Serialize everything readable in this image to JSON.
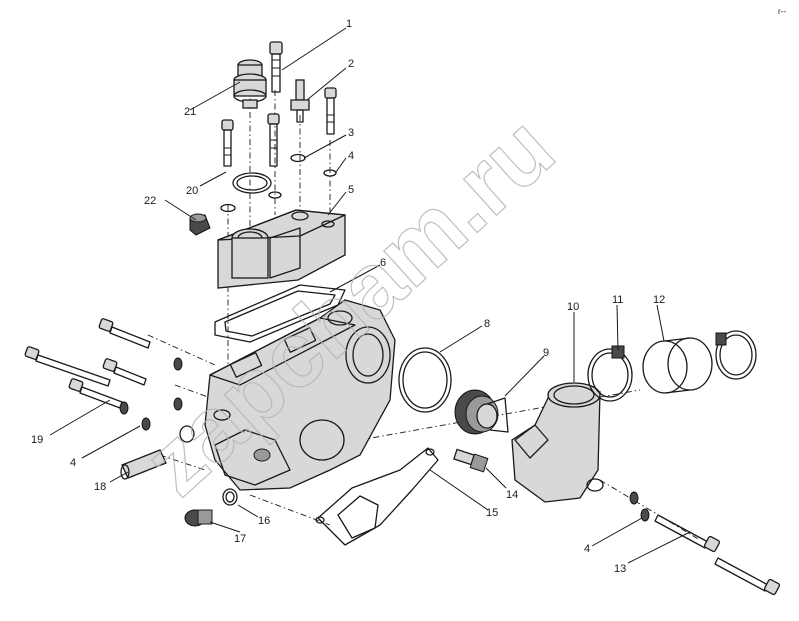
{
  "diagram": {
    "callouts": {
      "n1": "1",
      "n2": "2",
      "n3": "3",
      "n4a": "4",
      "n4b": "4",
      "n4c": "4",
      "n5": "5",
      "n6": "6",
      "n8": "8",
      "n9": "9",
      "n10": "10",
      "n11": "11",
      "n12": "12",
      "n13": "13",
      "n14": "14",
      "n15": "15",
      "n16": "16",
      "n17": "17",
      "n18": "18",
      "n19": "19",
      "n20": "20",
      "n21": "21",
      "n22": "22"
    },
    "watermark": "zapcham.ru",
    "corner_mark": "r--"
  }
}
